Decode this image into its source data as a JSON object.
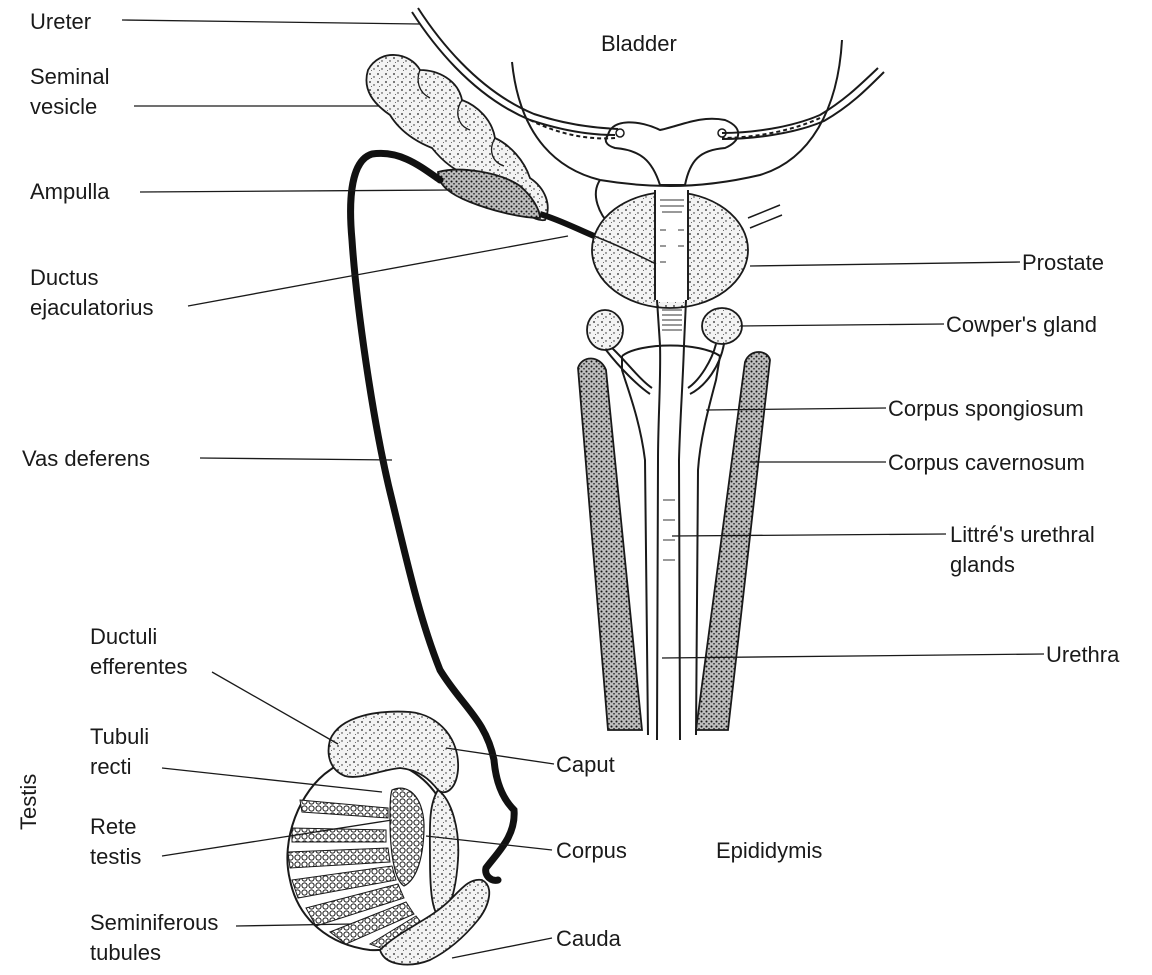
{
  "labels": {
    "ureter": "Ureter",
    "bladder": "Bladder",
    "seminal_vesicle_1": "Seminal",
    "seminal_vesicle_2": "vesicle",
    "ampulla": "Ampulla",
    "ductus_1": "Ductus",
    "ductus_2": "ejaculatorius",
    "vas_deferens": "Vas deferens",
    "prostate": "Prostate",
    "cowpers_gland": "Cowper's gland",
    "corpus_spongiosum": "Corpus spongiosum",
    "corpus_cavernosum": "Corpus cavernosum",
    "littres_1": "Littré's urethral",
    "littres_2": "glands",
    "urethra": "Urethra",
    "ductuli_1": "Ductuli",
    "ductuli_2": "efferentes",
    "tubuli_1": "Tubuli",
    "tubuli_2": "recti",
    "rete_1": "Rete",
    "rete_2": "testis",
    "seminiferous_1": "Seminiferous",
    "seminiferous_2": "tubules",
    "testis": "Testis",
    "caput": "Caput",
    "corpus": "Corpus",
    "cauda": "Cauda",
    "epididymis": "Epididymis"
  },
  "colors": {
    "ink": "#1a1a1a",
    "paper": "#ffffff",
    "stipple_fill": "#f1f1f1",
    "dense_fill": "#9a9a9a"
  }
}
